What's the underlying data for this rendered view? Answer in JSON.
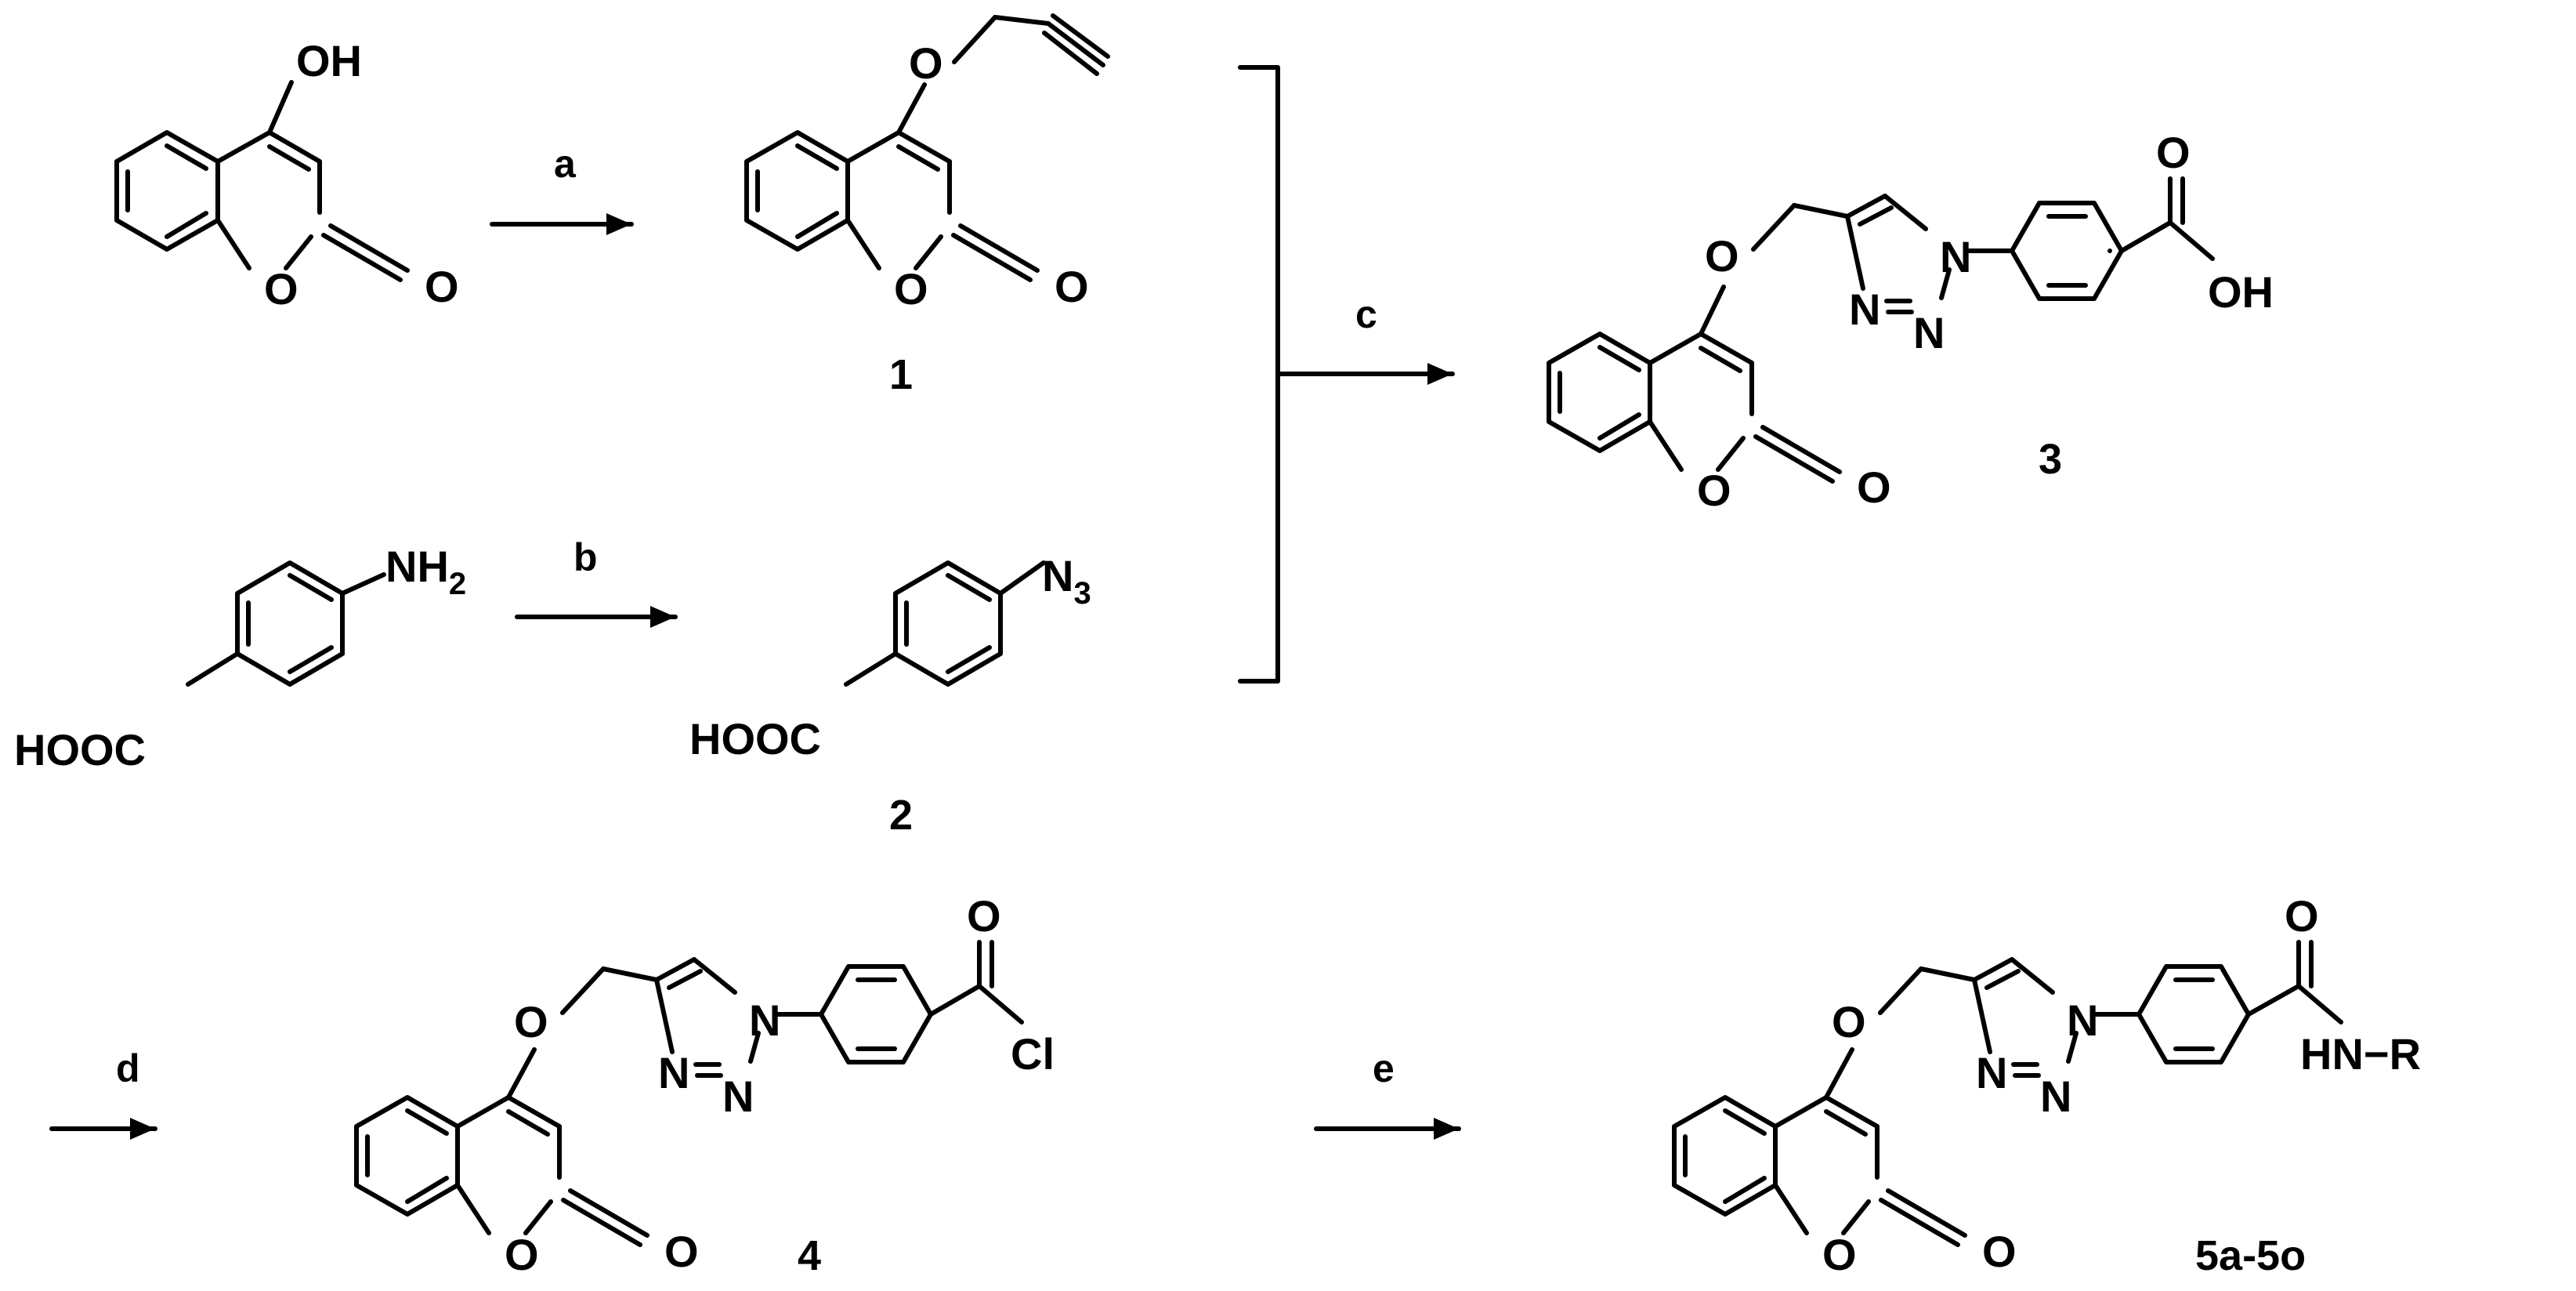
{
  "atoms": {
    "oh": "OH",
    "o": "O",
    "nh": "NH",
    "sub2": "2",
    "sub3": "3",
    "n": "N",
    "hooc": "HOOC",
    "cl": "Cl",
    "hn_r": "HN−R"
  },
  "conditions": {
    "a": "a",
    "b": "b",
    "c": "c",
    "d": "d",
    "e": "e"
  },
  "compounds": {
    "c1": "1",
    "c2": "2",
    "c3": "3",
    "c4": "4",
    "c5": "5a-5o"
  }
}
